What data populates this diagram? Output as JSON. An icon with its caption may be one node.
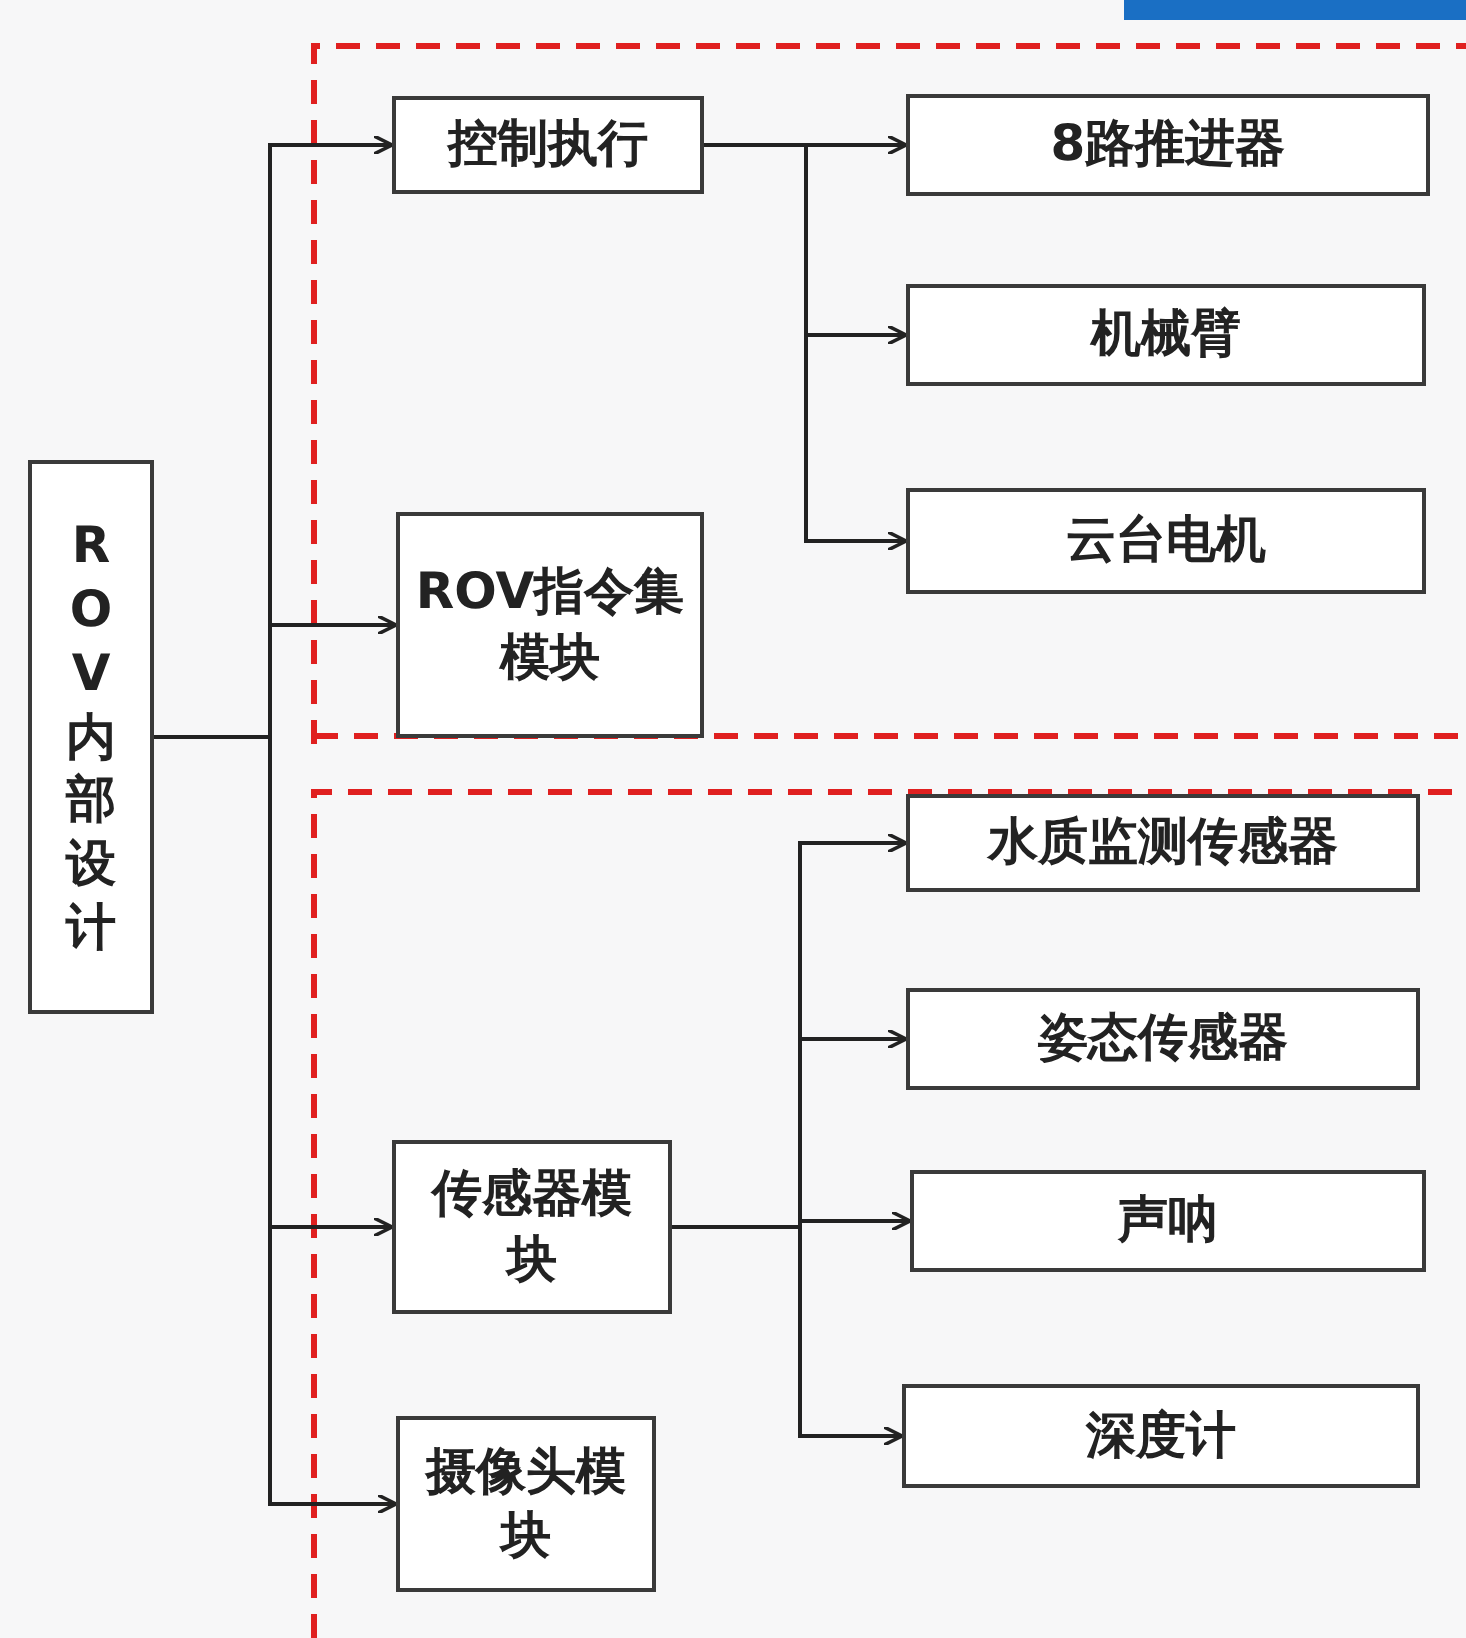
{
  "diagram": {
    "nodes": [
      {
        "text": [
          "ROV内部设计"
        ]
      },
      {
        "text": [
          "控制执行"
        ]
      },
      {
        "text": [
          "ROV指令集模块"
        ]
      },
      {
        "text": [
          "传感器模块"
        ]
      },
      {
        "text": [
          "摄像头模块"
        ]
      },
      {
        "text": [
          "8路推进器"
        ]
      },
      {
        "text": [
          "机械臂"
        ]
      },
      {
        "text": [
          "云台电机"
        ]
      },
      {
        "text": [
          "水质监测传感器"
        ]
      },
      {
        "text": [
          "姿态传感器"
        ]
      },
      {
        "text": [
          "声呐"
        ]
      },
      {
        "text": [
          "深度计"
        ]
      }
    ],
    "edges": [
      {
        "from": 0,
        "to": 1,
        "arrow": "to"
      },
      {
        "from": 0,
        "to": 2,
        "arrow": "to"
      },
      {
        "from": 0,
        "to": 3,
        "arrow": "to"
      },
      {
        "from": 0,
        "to": 4,
        "arrow": "to"
      },
      {
        "from": 1,
        "to": 5,
        "arrow": "to"
      },
      {
        "from": 1,
        "to": 6,
        "arrow": "to"
      },
      {
        "from": 1,
        "to": 7,
        "arrow": "to"
      },
      {
        "from": 3,
        "to": 8,
        "arrow": "to"
      },
      {
        "from": 3,
        "to": 9,
        "arrow": "to"
      },
      {
        "from": 3,
        "to": 10,
        "arrow": "to"
      },
      {
        "from": 3,
        "to": 11,
        "arrow": "to"
      }
    ]
  }
}
